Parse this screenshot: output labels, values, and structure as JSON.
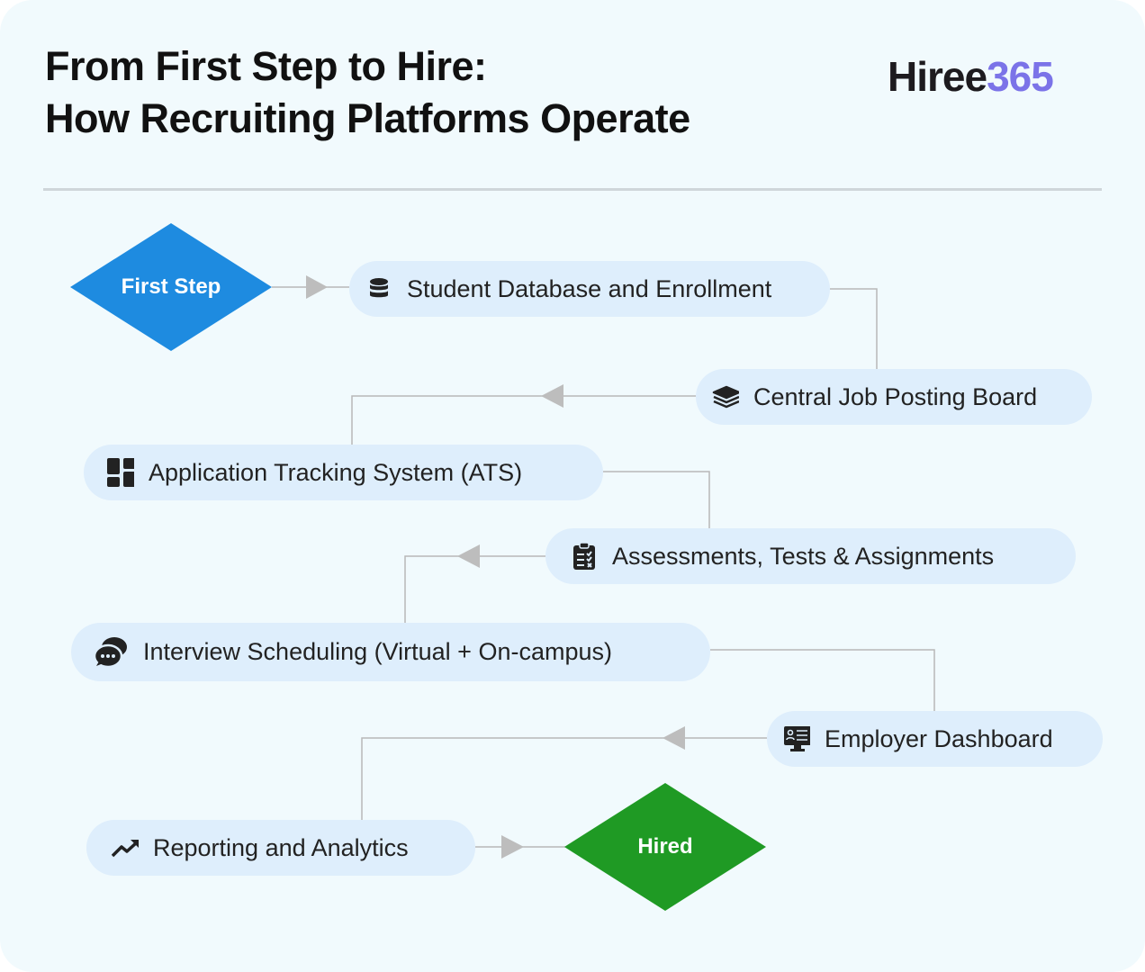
{
  "title_line1": "From First Step to Hire:",
  "title_line2": "How Recruiting Platforms Operate",
  "logo": {
    "part1": "Hiree",
    "part2": "365"
  },
  "start": "First Step",
  "end": "Hired",
  "steps": [
    {
      "label": "Student Database and Enrollment",
      "icon": "database-icon"
    },
    {
      "label": "Central Job Posting Board",
      "icon": "layers-icon"
    },
    {
      "label": "Application Tracking System (ATS)",
      "icon": "dashboard-icon"
    },
    {
      "label": "Assessments, Tests & Assignments",
      "icon": "clipboard-check-icon"
    },
    {
      "label": "Interview Scheduling (Virtual + On-campus)",
      "icon": "chat-icon"
    },
    {
      "label": "Employer Dashboard",
      "icon": "presentation-icon"
    },
    {
      "label": "Reporting and Analytics",
      "icon": "trend-up-icon"
    }
  ],
  "colors": {
    "start": "#1e8be0",
    "end": "#1f9a24",
    "pill": "#deeefc",
    "connector": "#b8b8b8"
  }
}
